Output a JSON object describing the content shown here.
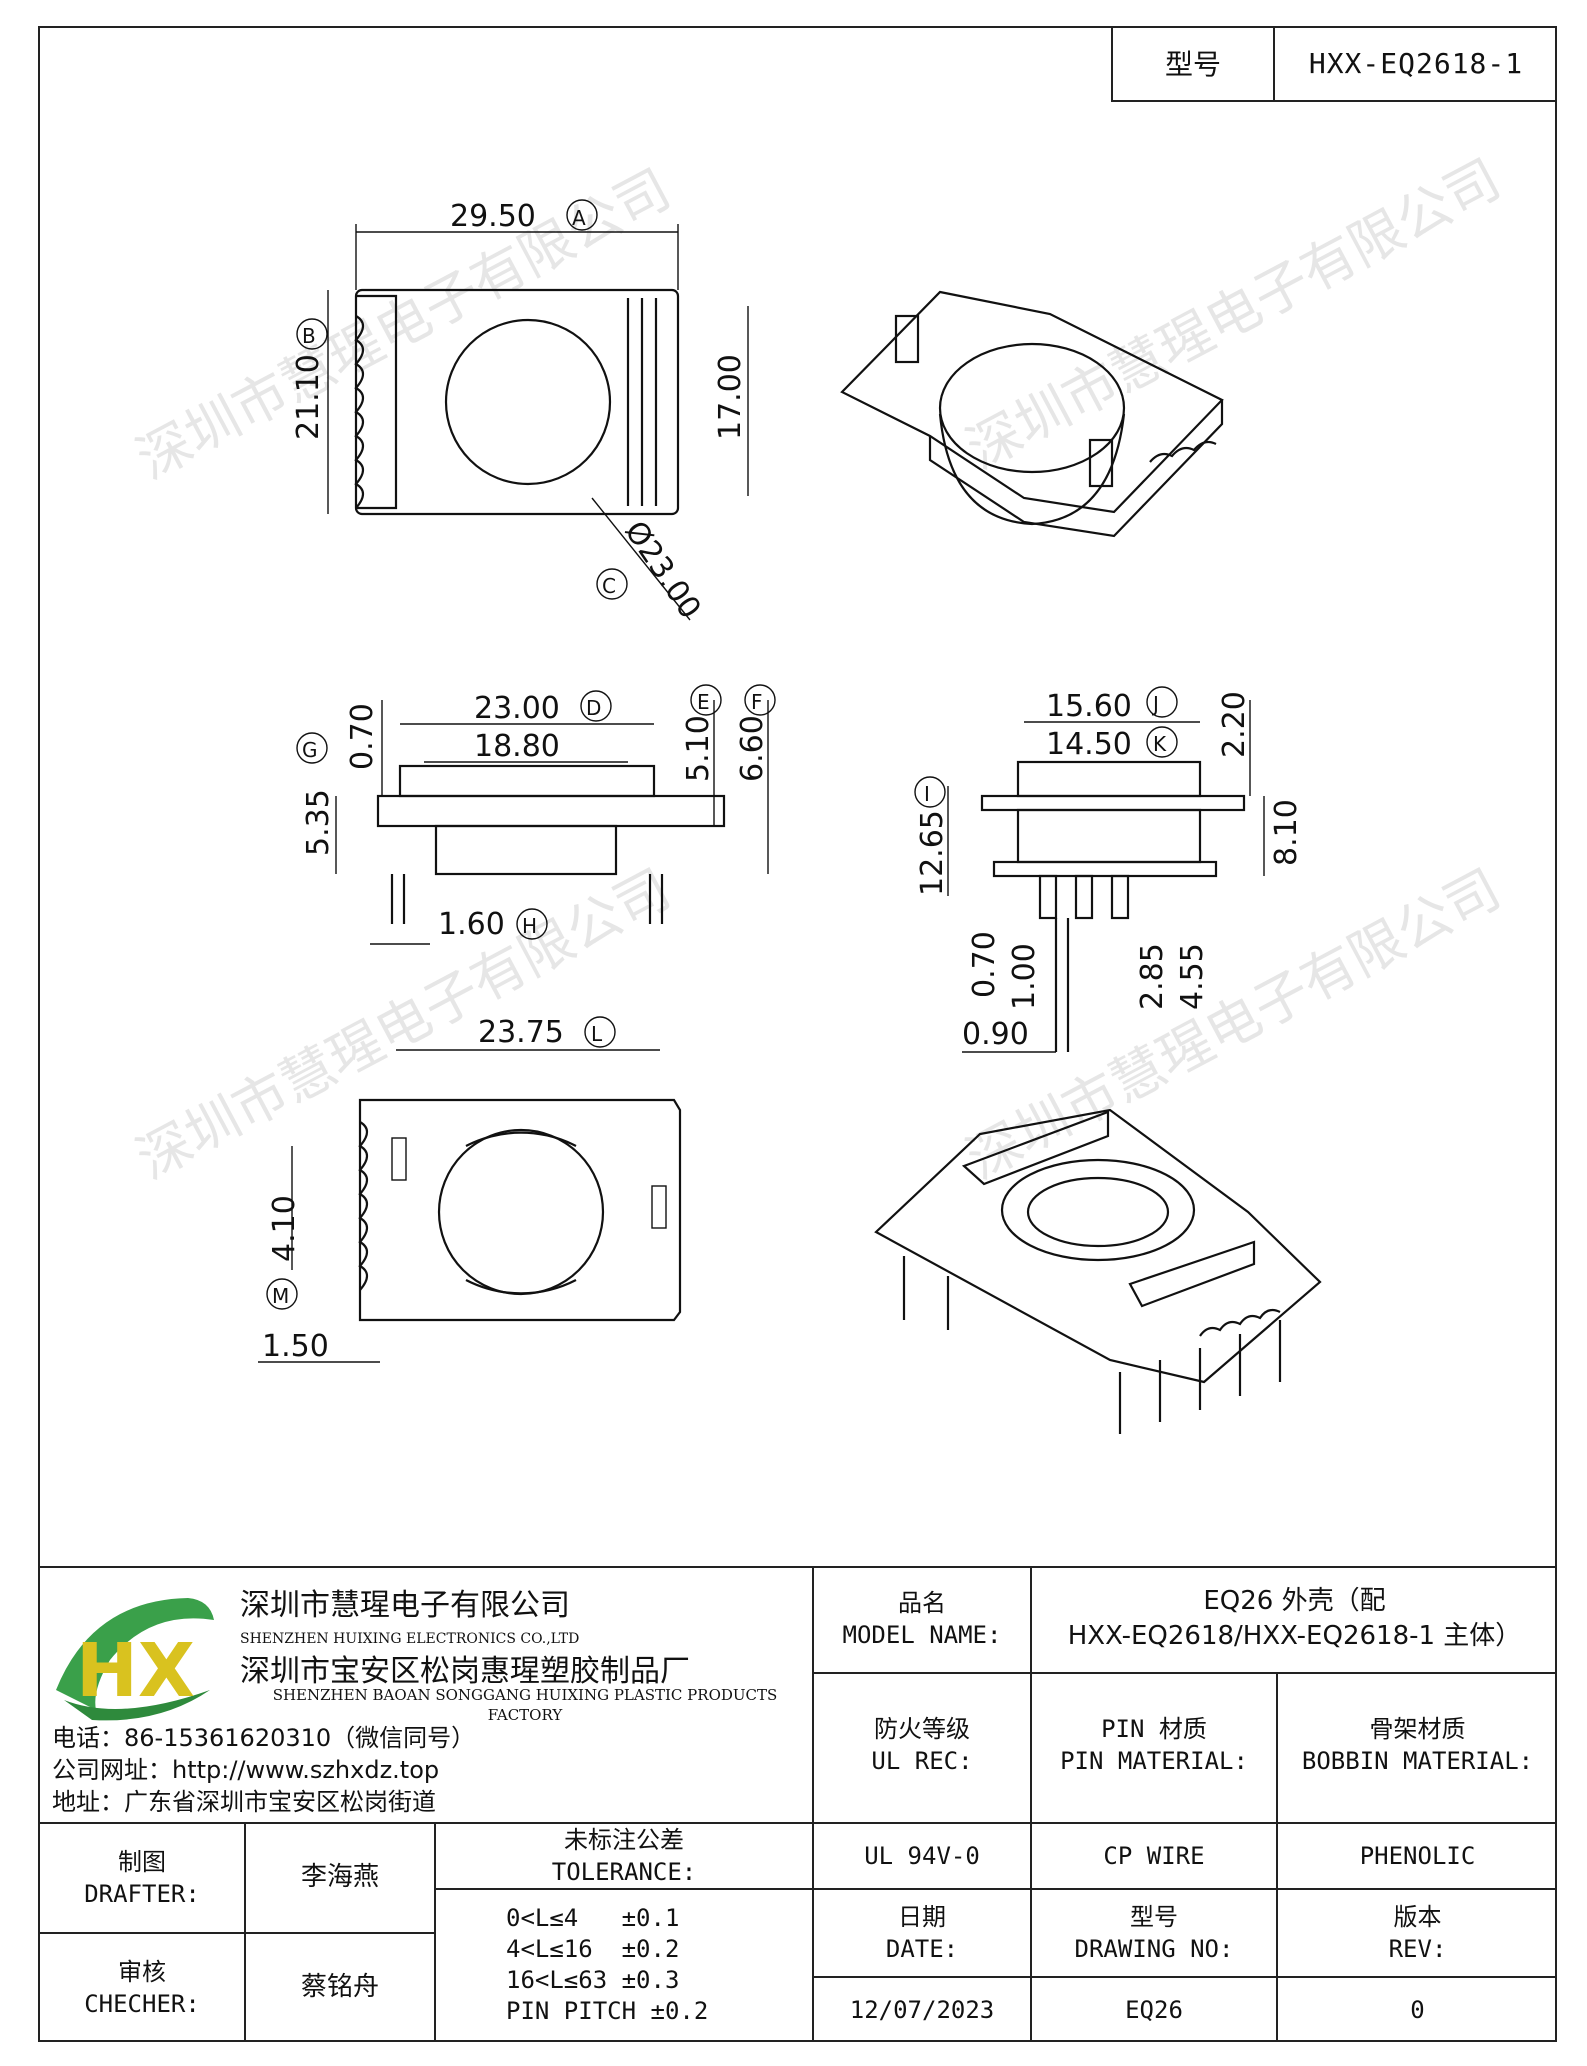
{
  "header": {
    "model_label": "型号",
    "model_value": "HXX-EQ2618-1"
  },
  "watermark": "深圳市慧瑆电子有限公司",
  "dimensions": {
    "d_a": "29.50",
    "tag_a": "A",
    "d_b": "21.10",
    "tag_b": "B",
    "d_17": "17.00",
    "d_c": "Ø23.00",
    "tag_c": "C",
    "d_d": "23.00",
    "tag_d": "D",
    "d_1880": "18.80",
    "d_070a": "0.70",
    "d_e": "5.10",
    "tag_e": "E",
    "d_f": "6.60",
    "tag_f": "F",
    "d_g": "5.35",
    "tag_g": "G",
    "d_h": "1.60",
    "tag_h": "H",
    "d_j": "15.60",
    "tag_j": "J",
    "d_k": "14.50",
    "tag_k": "K",
    "d_220": "2.20",
    "d_i": "12.65",
    "tag_i": "I",
    "d_810": "8.10",
    "d_070b": "0.70",
    "d_100": "1.00",
    "d_285": "2.85",
    "d_455": "4.55",
    "d_090": "0.90",
    "d_l": "23.75",
    "tag_l": "L",
    "d_m": "4.10",
    "tag_m": "M",
    "d_150": "1.50"
  },
  "company": {
    "logo": "HX",
    "name_cn": "深圳市慧瑆电子有限公司",
    "name_en": "SHENZHEN HUIXING ELECTRONICS CO.,LTD",
    "factory_cn": "深圳市宝安区松岗惠瑆塑胶制品厂",
    "factory_en": "SHENZHEN BAOAN SONGGANG HUIXING PLASTIC PRODUCTS FACTORY",
    "phone": "电话：86-15361620310（微信同号）",
    "website": "公司网址：http://www.szhxdz.top",
    "address": "地址：广东省深圳市宝安区松岗街道"
  },
  "titleblock": {
    "model_name_label_cn": "品名",
    "model_name_label_en": "MODEL NAME:",
    "model_name_value_1": "EQ26 外壳（配",
    "model_name_value_2": "HXX-EQ2618/HXX-EQ2618-1 主体）",
    "ul_label_cn": "防火等级",
    "ul_label_en": "UL REC:",
    "pin_label_cn": "PIN 材质",
    "pin_label_en": "PIN MATERIAL:",
    "bobbin_label_cn": "骨架材质",
    "bobbin_label_en": "BOBBIN MATERIAL:",
    "ul_value": "UL 94V-0",
    "pin_value": "CP WIRE",
    "bobbin_value": "PHENOLIC",
    "date_label_cn": "日期",
    "date_label_en": "DATE:",
    "drawing_label_cn": "型号",
    "drawing_label_en": "DRAWING NO:",
    "rev_label_cn": "版本",
    "rev_label_en": "REV:",
    "date_value": "12/07/2023",
    "drawing_value": "EQ26",
    "rev_value": "0",
    "drafter_label_cn": "制图",
    "drafter_label_en": "DRAFTER:",
    "drafter_value": "李海燕",
    "checker_label_cn": "审核",
    "checker_label_en": "CHECHER:",
    "checker_value": "蔡铭舟",
    "tolerance_label_cn": "未标注公差",
    "tolerance_label_en": "TOLERANCE:",
    "tol_1": "0<L≤4   ±0.1",
    "tol_2": "4<L≤16  ±0.2",
    "tol_3": "16<L≤63 ±0.3",
    "tol_4": "PIN PITCH ±0.2"
  }
}
